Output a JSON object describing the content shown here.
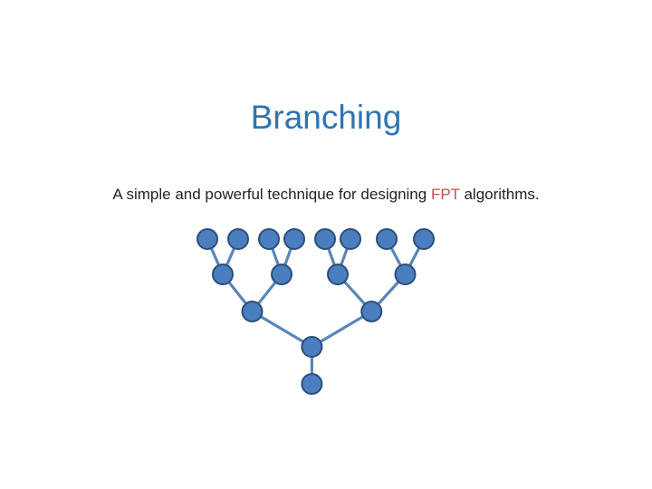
{
  "slide": {
    "title": "Branching",
    "subtitle": {
      "before": "A simple and powerful technique for designing ",
      "highlight": "FPT",
      "after": " algorithms."
    }
  },
  "colors": {
    "title": "#2e74b5",
    "text": "#222222",
    "highlight": "#c0504d",
    "node_fill": "#4a7ebf",
    "node_stroke": "#2c4e7a",
    "edge": "#5a86b8"
  },
  "tree": {
    "levels": 5,
    "root": "n0",
    "nodes": [
      {
        "id": "n0",
        "level": 0,
        "parent": null
      },
      {
        "id": "n1",
        "level": 1,
        "parent": "n0"
      },
      {
        "id": "n2",
        "level": 2,
        "parent": "n1"
      },
      {
        "id": "n3",
        "level": 2,
        "parent": "n1"
      },
      {
        "id": "n4",
        "level": 3,
        "parent": "n2"
      },
      {
        "id": "n5",
        "level": 3,
        "parent": "n2"
      },
      {
        "id": "n6",
        "level": 3,
        "parent": "n3"
      },
      {
        "id": "n7",
        "level": 3,
        "parent": "n3"
      },
      {
        "id": "n8",
        "level": 4,
        "parent": "n4"
      },
      {
        "id": "n9",
        "level": 4,
        "parent": "n4"
      },
      {
        "id": "n10",
        "level": 4,
        "parent": "n5"
      },
      {
        "id": "n11",
        "level": 4,
        "parent": "n5"
      },
      {
        "id": "n12",
        "level": 4,
        "parent": "n6"
      },
      {
        "id": "n13",
        "level": 4,
        "parent": "n6"
      },
      {
        "id": "n14",
        "level": 4,
        "parent": "n7"
      },
      {
        "id": "n15",
        "level": 4,
        "parent": "n7"
      }
    ]
  }
}
